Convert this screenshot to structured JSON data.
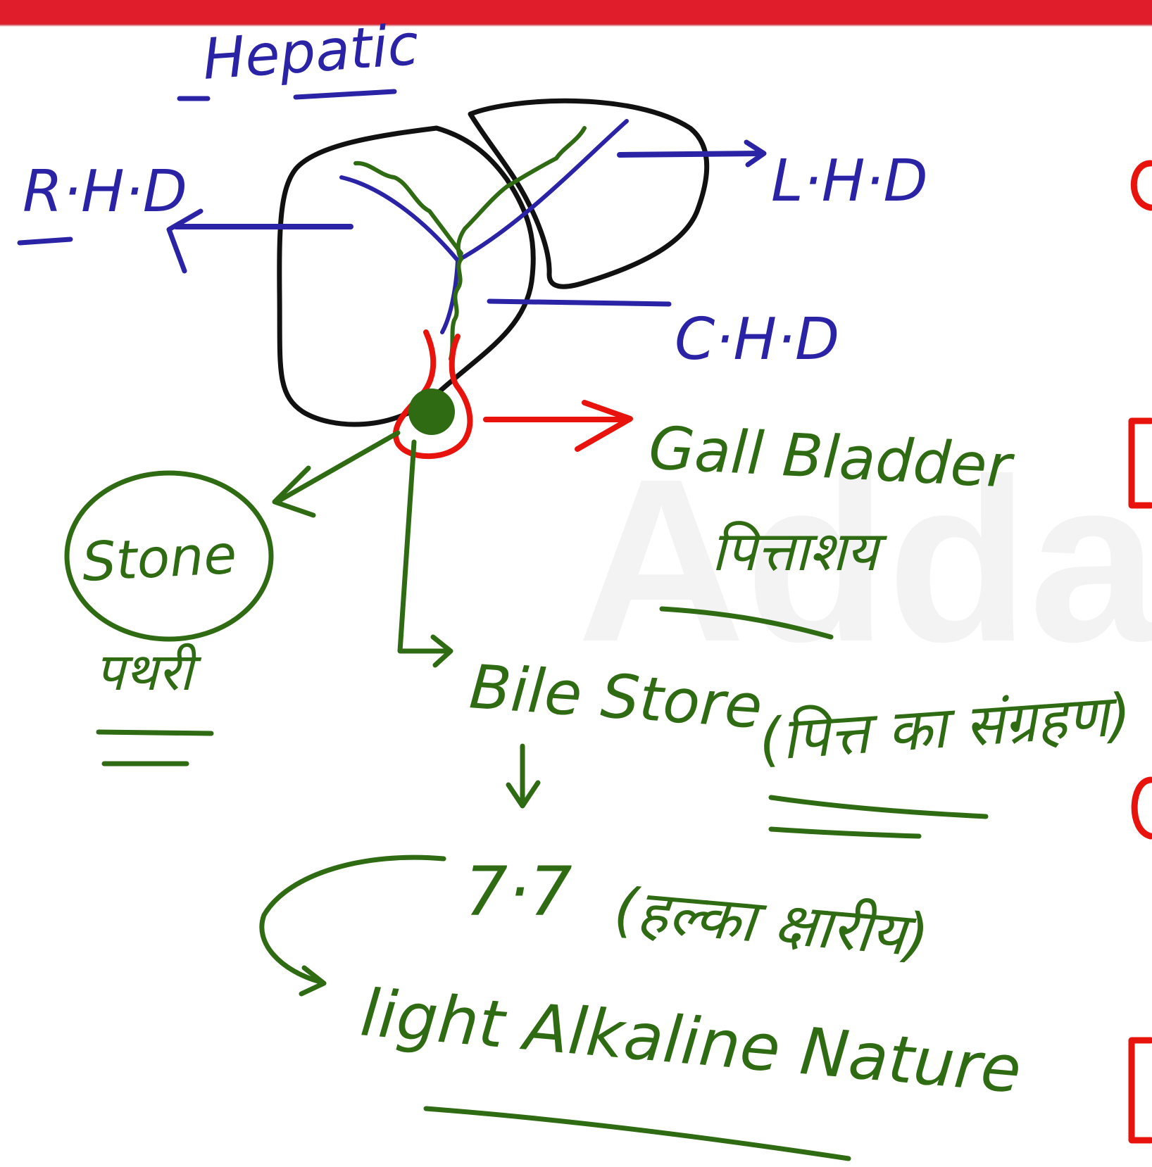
{
  "colors": {
    "top_bar": "#e01e2b",
    "ink_black": "#111111",
    "ink_blue": "#2b23a6",
    "ink_green": "#2f6b12",
    "ink_red": "#e8130c",
    "watermark": "#f3f3f3"
  },
  "labels": {
    "hepatic": "Hepatic",
    "rhd": "R·H·D",
    "lhd": "L·H·D",
    "chd": "C·H·D",
    "gall_bladder": "Gall Bladder",
    "gall_bladder_hindi": "पित्ताशय",
    "stone": "Stone",
    "stone_hindi": "पथरी",
    "bile_store": "Bile Store",
    "bile_store_hindi": "(पित्त का संग्रहण)",
    "ph_value": "7·7",
    "ph_hindi": "(हल्का क्षारीय)",
    "light_alkaline": "light Alkaline Nature"
  },
  "watermark_text": "Adda"
}
